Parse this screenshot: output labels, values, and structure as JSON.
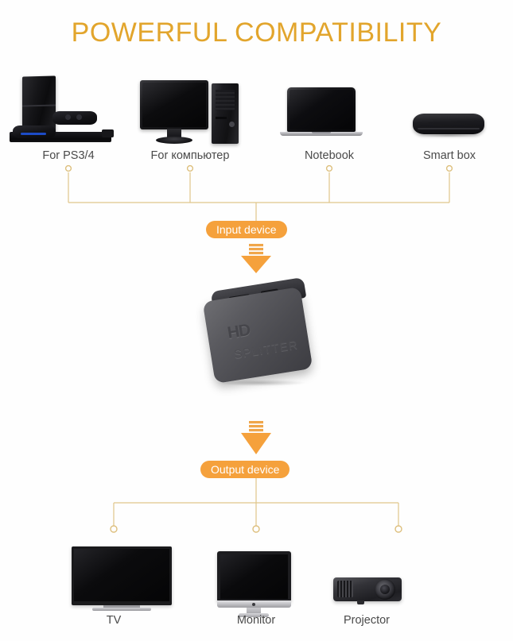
{
  "page": {
    "title": "POWERFUL COMPATIBILITY",
    "accent_color": "#e2a52c",
    "badge_color": "#f5a13c",
    "wire_color": "#e0c68a",
    "background_color": "#ffffff"
  },
  "input_section": {
    "badge_label": "Input device",
    "devices": [
      {
        "label": "For  PS3/4",
        "icon": "game-console-icon"
      },
      {
        "label": "For компьютер",
        "icon": "desktop-computer-icon"
      },
      {
        "label": "Notebook",
        "icon": "laptop-icon"
      },
      {
        "label": "Smart box",
        "icon": "set-top-box-icon"
      }
    ]
  },
  "splitter": {
    "logo_text": "HD",
    "name_text": "SPLITTER",
    "icon": "hdmi-splitter-icon"
  },
  "output_section": {
    "badge_label": "Output device",
    "devices": [
      {
        "label": "TV",
        "icon": "television-icon"
      },
      {
        "label": "Monitor",
        "icon": "monitor-icon"
      },
      {
        "label": "Projector",
        "icon": "projector-icon"
      }
    ]
  }
}
